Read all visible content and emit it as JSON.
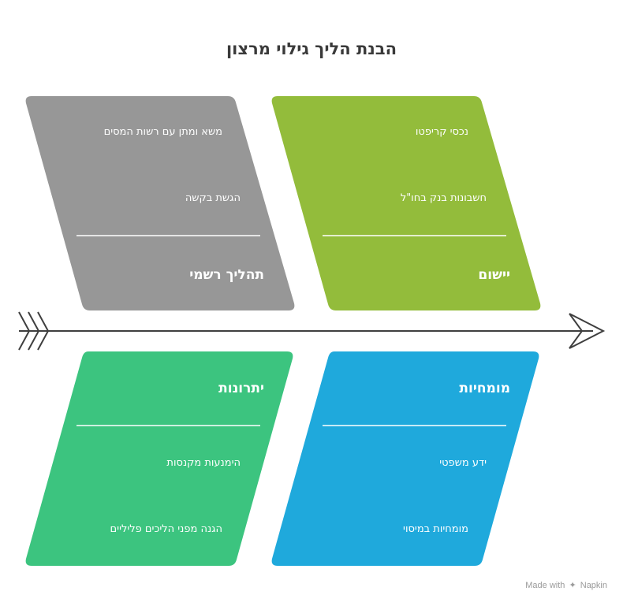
{
  "title": "הבנת הליך גילוי מרצון",
  "categories": {
    "formal": {
      "heading": "תהליך רשמי",
      "items": [
        "משא ומתן עם רשות המסים",
        "הגשת בקשה"
      ],
      "color": "#979797"
    },
    "application": {
      "heading": "יישום",
      "items": [
        "נכסי קריפטו",
        "חשבונות בנק בחו\"ל"
      ],
      "color": "#93bc3b"
    },
    "advantages": {
      "heading": "יתרונות",
      "items": [
        "הימנעות מקנסות",
        "הגנה מפני הליכים פליליים"
      ],
      "color": "#3cc47f"
    },
    "expertise": {
      "heading": "מומחיות",
      "items": [
        "ידע משפטי",
        "מומחיות במיסוי"
      ],
      "color": "#1fa9dc"
    }
  },
  "spine_color": "#3f3f3f",
  "credit": {
    "made_with": "Made with",
    "brand": "Napkin"
  }
}
